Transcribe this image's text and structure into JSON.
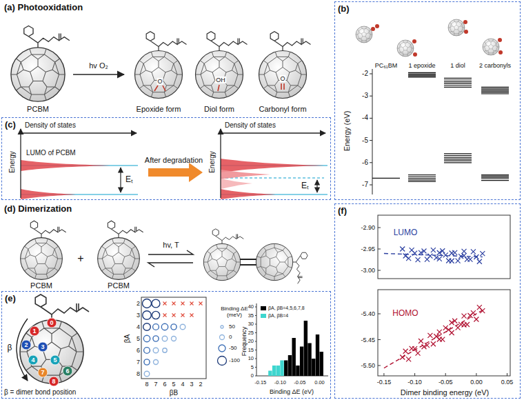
{
  "diagram": {
    "nodes": [
      {
        "text": [
          "(b)"
        ]
      },
      {
        "text": [
          "(c)"
        ]
      },
      {
        "text": [
          "(e)"
        ]
      },
      {
        "text": [
          "(f)"
        ]
      }
    ],
    "labels": [
      "(a) Photooxidation",
      "hv O₂",
      "PCBM",
      "O",
      "Epoxide form",
      "OH",
      "Diol form",
      "O",
      "Carbonyl form",
      "Energy (eV)",
      "-2",
      "-3",
      "-4",
      "-5",
      "-6",
      "-7",
      "PC₆₁BM",
      "1 epoxide",
      "1 diol",
      "2 carbonyls",
      "Density of states",
      "Energy",
      "LUMO of PCBM",
      "Eₜ",
      "After degradation",
      "Density of states",
      "Energy",
      "Eₜ",
      "(d) Dimerization",
      "PCBM",
      "+",
      "PCBM",
      "hv, T",
      "β",
      "β = dimer bond position",
      "0",
      "1",
      "2",
      "3",
      "4",
      "5",
      "6",
      "7",
      "8",
      "βA",
      "2",
      "3",
      "4",
      "5",
      "6",
      "7",
      "8",
      "8",
      "7",
      "6",
      "5",
      "4",
      "3",
      "2",
      "βB",
      "Binding ΔE (meV)",
      "Frequency",
      "0",
      "5",
      "10",
      "15",
      "20",
      "25",
      "30",
      "35",
      "40",
      "-0.15",
      "-0.10",
      "-0.05",
      "0.00",
      "Binding ΔE (eV)",
      "LUMO",
      "HOMO",
      "-2.90",
      "-2.95",
      "-3.00",
      "-5.40",
      "-5.45",
      "-5.50",
      "-0.15",
      "-0.10",
      "-0.05",
      "0.00",
      "0.05",
      "Dimer binding energy (eV)"
    ],
    "legend": [
      {
        "text": "50"
      },
      {
        "text": "0"
      },
      {
        "text": "-50"
      },
      {
        "text": "-100"
      },
      {
        "text": "βA, βB=4,5,6,7,8",
        "color": "#000000"
      },
      {
        "text": "βA, βB=4",
        "color": "#3fd6cf"
      }
    ]
  }
}
